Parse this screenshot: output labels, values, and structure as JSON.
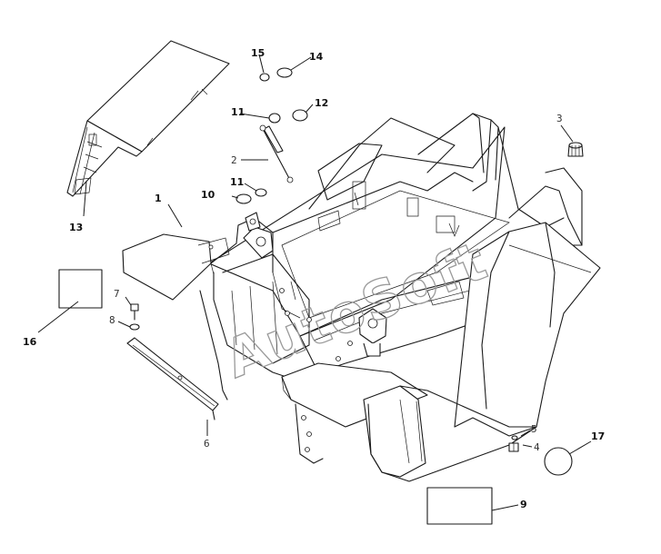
{
  "watermark": "AutoSoft",
  "callouts": {
    "c1": "1",
    "c2": "2",
    "c3": "3",
    "c4": "4",
    "c5": "5",
    "c6": "6",
    "c7": "7",
    "c8": "8",
    "c9": "9",
    "c10": "10",
    "c11a": "11",
    "c11b": "11",
    "c12": "12",
    "c13": "13",
    "c14": "14",
    "c15": "15",
    "c16": "16",
    "c17": "17"
  }
}
